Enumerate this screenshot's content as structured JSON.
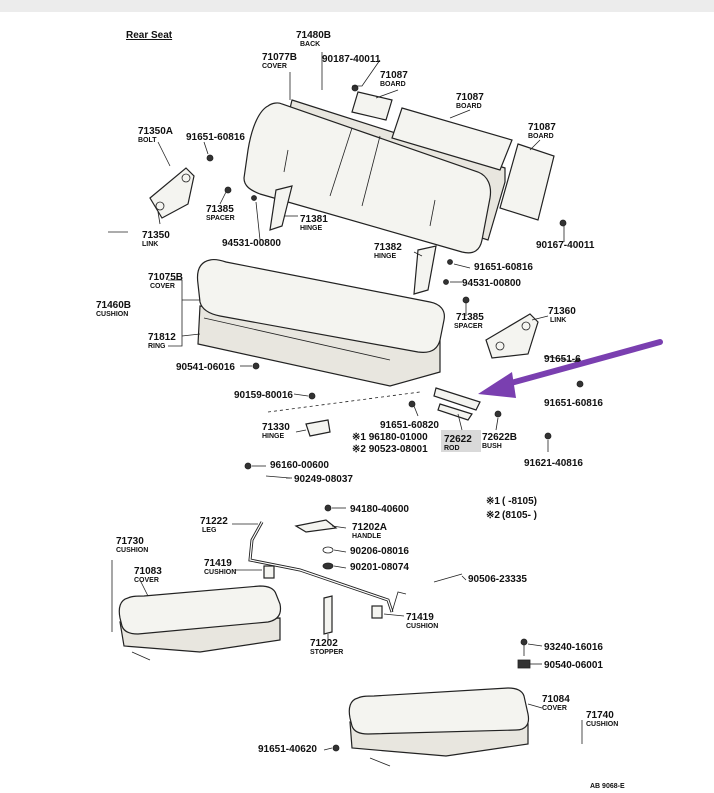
{
  "title": "Rear Seat",
  "labels": [
    {
      "id": "71480b",
      "code": "71480B",
      "name": "BACK"
    },
    {
      "id": "71077b",
      "code": "71077B",
      "name": "COVER"
    },
    {
      "id": "90187a",
      "code": "90187-40011",
      "name": ""
    },
    {
      "id": "71087a",
      "code": "71087",
      "name": "BOARD"
    },
    {
      "id": "71087b",
      "code": "71087",
      "name": "BOARD"
    },
    {
      "id": "71087c",
      "code": "71087",
      "name": "BOARD"
    },
    {
      "id": "71350a",
      "code": "71350A",
      "name": "BOLT"
    },
    {
      "id": "91651a",
      "code": "91651-60816",
      "name": ""
    },
    {
      "id": "71385a",
      "code": "71385",
      "name": "SPACER"
    },
    {
      "id": "71381",
      "code": "71381",
      "name": "HINGE"
    },
    {
      "id": "71350",
      "code": "71350",
      "name": "LINK"
    },
    {
      "id": "94531a",
      "code": "94531-00800",
      "name": ""
    },
    {
      "id": "90167",
      "code": "90167-40011",
      "name": ""
    },
    {
      "id": "71382",
      "code": "71382",
      "name": "HINGE"
    },
    {
      "id": "91651b",
      "code": "91651-60816",
      "name": ""
    },
    {
      "id": "94531b",
      "code": "94531-00800",
      "name": ""
    },
    {
      "id": "71075b",
      "code": "71075B",
      "name": "COVER"
    },
    {
      "id": "71460b",
      "code": "71460B",
      "name": "CUSHION"
    },
    {
      "id": "71812",
      "code": "71812",
      "name": "RING"
    },
    {
      "id": "71385b",
      "code": "71385",
      "name": "SPACER"
    },
    {
      "id": "71360",
      "code": "71360",
      "name": "LINK"
    },
    {
      "id": "91651c",
      "code": "91651-6",
      "name": ""
    },
    {
      "id": "90541",
      "code": "90541-06016",
      "name": ""
    },
    {
      "id": "91651d",
      "code": "91651-60816",
      "name": ""
    },
    {
      "id": "90159",
      "code": "90159-80016",
      "name": ""
    },
    {
      "id": "91651e",
      "code": "91651-60820",
      "name": ""
    },
    {
      "id": "71330",
      "code": "71330",
      "name": "HINGE"
    },
    {
      "id": "96180",
      "code": "※1 96180-01000",
      "name": ""
    },
    {
      "id": "90523",
      "code": "※2 90523-08001",
      "name": ""
    },
    {
      "id": "72622",
      "code": "72622",
      "name": "ROD"
    },
    {
      "id": "72622b",
      "code": "72622B",
      "name": "BUSH"
    },
    {
      "id": "91621",
      "code": "91621-40816",
      "name": ""
    },
    {
      "id": "96160",
      "code": "96160-00600",
      "name": ""
    },
    {
      "id": "90249",
      "code": "90249-08037",
      "name": ""
    },
    {
      "id": "94180",
      "code": "94180-40600",
      "name": ""
    },
    {
      "id": "71222",
      "code": "71222",
      "name": "LEG"
    },
    {
      "id": "71202a",
      "code": "71202A",
      "name": "HANDLE"
    },
    {
      "id": "90206",
      "code": "90206-08016",
      "name": ""
    },
    {
      "id": "90201",
      "code": "90201-08074",
      "name": ""
    },
    {
      "id": "71730",
      "code": "71730",
      "name": "CUSHION"
    },
    {
      "id": "71419a",
      "code": "71419",
      "name": "CUSHION"
    },
    {
      "id": "71083",
      "code": "71083",
      "name": "COVER"
    },
    {
      "id": "90506",
      "code": "90506-23335",
      "name": ""
    },
    {
      "id": "71419b",
      "code": "71419",
      "name": "CUSHION"
    },
    {
      "id": "71202",
      "code": "71202",
      "name": "STOPPER"
    },
    {
      "id": "93240",
      "code": "93240-16016",
      "name": ""
    },
    {
      "id": "90540",
      "code": "90540-06001",
      "name": ""
    },
    {
      "id": "71084",
      "code": "71084",
      "name": "COVER"
    },
    {
      "id": "71740",
      "code": "71740",
      "name": "CUSHION"
    },
    {
      "id": "91651f",
      "code": "91651-40620",
      "name": ""
    }
  ],
  "legend": {
    "note1_mark": "※1",
    "note1_text": "(    -8105)",
    "note2_mark": "※2",
    "note2_text": "(8105-    )"
  },
  "footer_code": "AB 9068-E",
  "colors": {
    "ink": "#222222",
    "arrow": "#7a3fb0",
    "highlight": "#d9d9d9"
  },
  "annotation": {
    "type": "arrow",
    "target": "72622",
    "color": "#7a3fb0"
  }
}
